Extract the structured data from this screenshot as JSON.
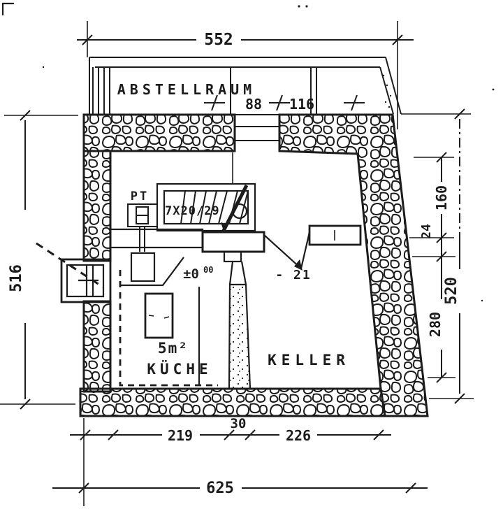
{
  "colors": {
    "ink": "#1c1c1c",
    "paper": "#ffffff"
  },
  "rooms": {
    "abstellraum": "ABSTELLRAUM",
    "kueche": "KÜCHE",
    "keller": "KELLER"
  },
  "labels": {
    "pt": "PT",
    "stair_note": "7X20/29",
    "level_zero": "±0",
    "level_zero_sup": "00",
    "level_minus21": "- 21",
    "kueche_area": "5m²"
  },
  "dimensions": {
    "top_width": "552",
    "left_height": "516",
    "right_total": "520",
    "right_upper": "160",
    "right_mid": "24",
    "right_lower": "280",
    "bottom_left": "219",
    "bottom_mid": "30",
    "bottom_right": "226",
    "bottom_total": "625",
    "abstell_mark_left": "88",
    "abstell_mark_right": "116"
  }
}
